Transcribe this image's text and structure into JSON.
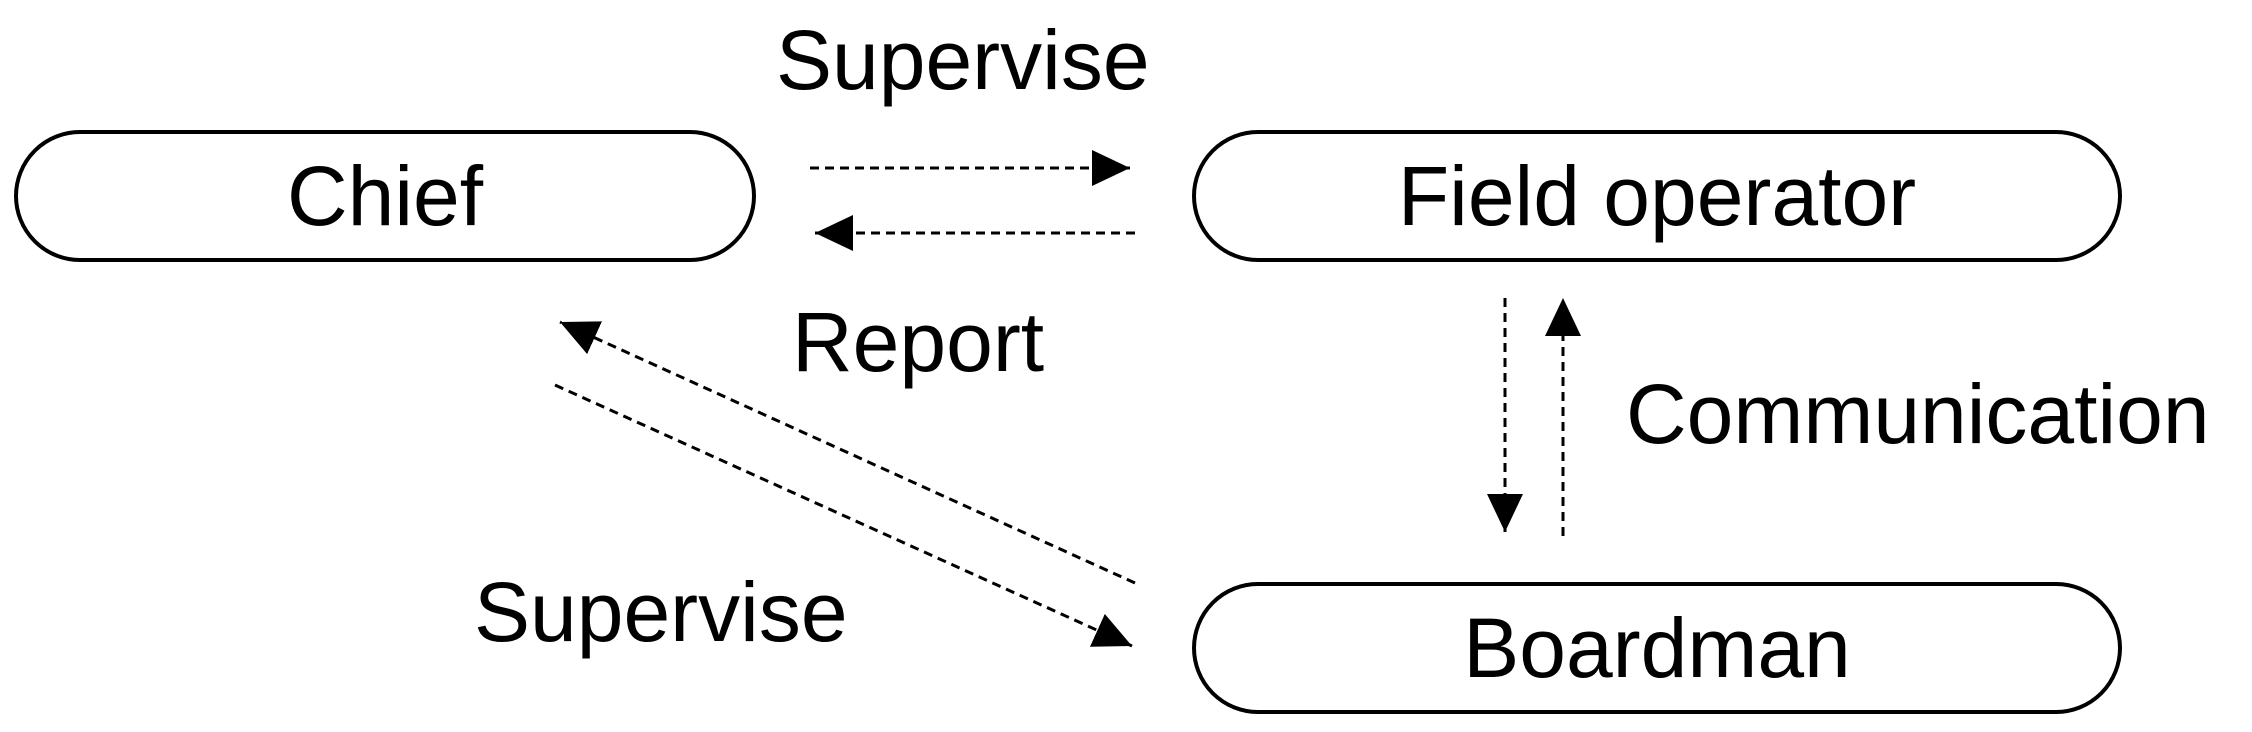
{
  "nodes": {
    "chief": "Chief",
    "field_operator": "Field operator",
    "boardman": "Boardman"
  },
  "edges": {
    "chief_to_field_operator": "Supervise",
    "field_operator_to_chief": "Report",
    "field_operator_boardman": "Communication",
    "chief_to_boardman": "Supervise"
  },
  "colors": {
    "line": "#000000",
    "background": "#ffffff"
  }
}
